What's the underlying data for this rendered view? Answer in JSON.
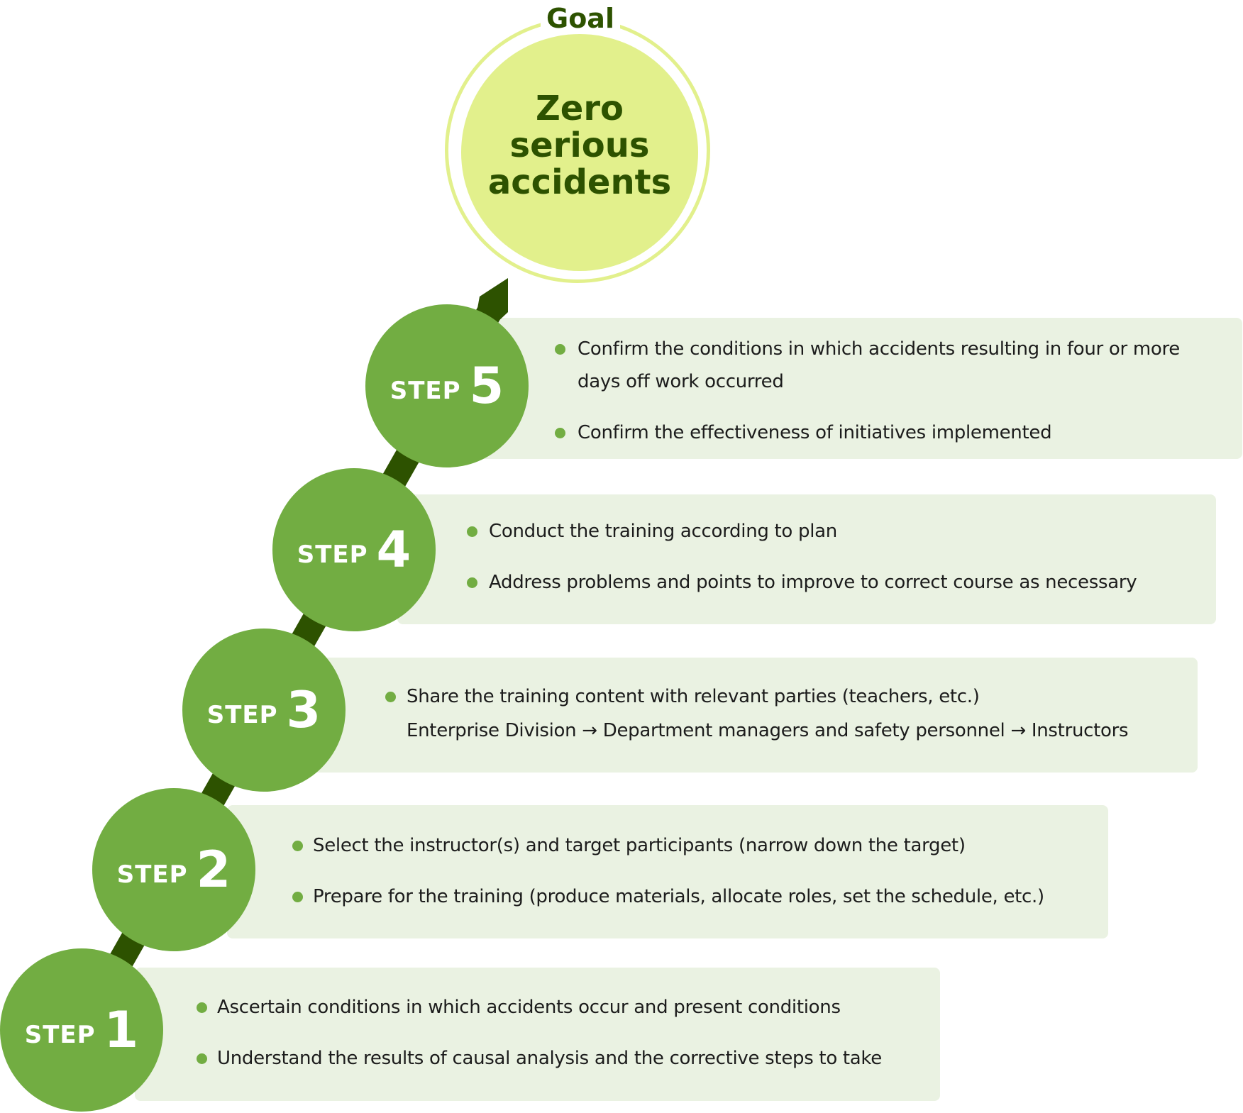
{
  "goal": {
    "label": "Goal",
    "title_line1": "Zero serious",
    "title_line2": "accidents"
  },
  "step_label": "STEP",
  "steps": [
    {
      "number": "1",
      "items": [
        "Ascertain conditions in which accidents occur and present conditions",
        "Understand the results of causal analysis and the corrective steps to take"
      ]
    },
    {
      "number": "2",
      "items": [
        "Select the instructor(s) and target participants (narrow down the target)",
        "Prepare for the training (produce materials, allocate roles, set the schedule, etc.)"
      ]
    },
    {
      "number": "3",
      "items": [
        "Share the training content with relevant parties (teachers, etc.)",
        "Enterprise Division → Department managers and safety personnel → Instructors"
      ]
    },
    {
      "number": "4",
      "items": [
        "Conduct the training according to plan",
        "Address problems and points to improve to correct course as necessary"
      ]
    },
    {
      "number": "5",
      "items": [
        "Confirm the conditions in which accidents resulting in four or more",
        "days off work occurred",
        "Confirm the effectiveness of initiatives implemented"
      ]
    }
  ],
  "colors": {
    "circle": "#72ad42",
    "box": "#eaf2e2",
    "goal": "#e2f08c",
    "path": "#2d5200"
  }
}
